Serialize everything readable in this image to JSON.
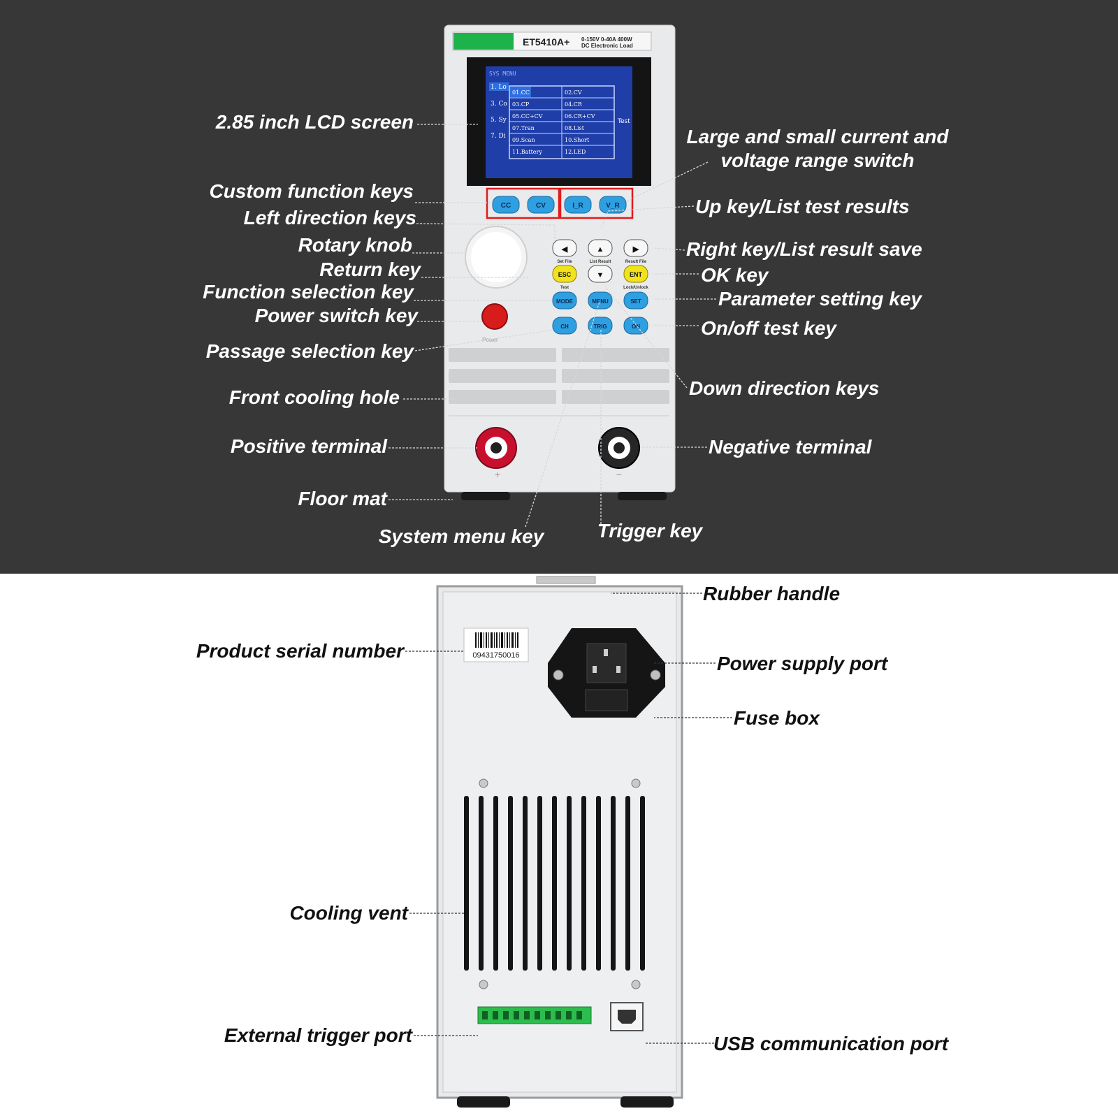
{
  "front": {
    "model": "ET5410A+",
    "spec_line1": "0-150V 0-40A 400W",
    "spec_line2": "DC Electronic Load",
    "screen": {
      "title": "SYS MENU",
      "left_items": [
        "1. Lo",
        "3. Co",
        "5. Sy",
        "7. Di"
      ],
      "grid": [
        "01.CC",
        "02.CV",
        "03.CP",
        "04.CR",
        "05.CC+CV",
        "06.CR+CV",
        "07.Tran",
        "08.List",
        "09.Scan",
        "10.Short",
        "11.Battery",
        "12.LED"
      ],
      "side_label": "Test"
    },
    "keys": {
      "cc": "CC",
      "cv": "CV",
      "ir": "I_R",
      "vr": "V_R",
      "left": "◀",
      "up": "▲",
      "right": "▶",
      "down": "▼",
      "esc": "ESC",
      "ent": "ENT",
      "mode": "MODE",
      "menu": "MENU",
      "set": "SET",
      "ch": "CH",
      "trig": "TRIG",
      "on": "ON"
    },
    "key_captions": {
      "set_file": "Set File",
      "list_result": "List Result",
      "result_file": "Result File",
      "test": "Test",
      "lock_unlock": "Lock/Unlock"
    },
    "power_label": "Power",
    "plus": "+",
    "minus": "−"
  },
  "labels_front": {
    "lcd": "2.85 inch LCD screen",
    "custom_keys": "Custom function keys",
    "left_keys": "Left direction keys",
    "rotary": "Rotary knob",
    "return": "Return key",
    "function_sel": "Function selection key",
    "power_switch": "Power switch key",
    "passage": "Passage selection key",
    "front_cooling": "Front cooling hole",
    "positive": "Positive terminal",
    "floor_mat": "Floor mat",
    "system_menu": "System menu key",
    "trigger": "Trigger key",
    "range_switch_1": "Large and small current and",
    "range_switch_2": "voltage range switch",
    "up_key": "Up key/List test results",
    "right_key": "Right key/List result save",
    "ok_key": "OK key",
    "param_key": "Parameter setting key",
    "onoff": "On/off test key",
    "down_keys": "Down direction keys",
    "negative": "Negative terminal"
  },
  "back": {
    "serial": "09431750016"
  },
  "labels_back": {
    "rubber_handle": "Rubber handle",
    "serial": "Product serial number",
    "power_port": "Power supply port",
    "fuse": "Fuse box",
    "cooling_vent": "Cooling vent",
    "ext_trigger": "External trigger port",
    "usb": "USB communication port"
  },
  "colors": {
    "top_bg": "#373737",
    "green_band": "#1db34a",
    "lcd_blue": "#1f3ea8",
    "key_blue": "#2e9fe0",
    "key_yellow": "#f2e21b",
    "power_red": "#d81c1c",
    "terminal_red": "#c8102e",
    "terminal_green": "#2dbd4e"
  }
}
